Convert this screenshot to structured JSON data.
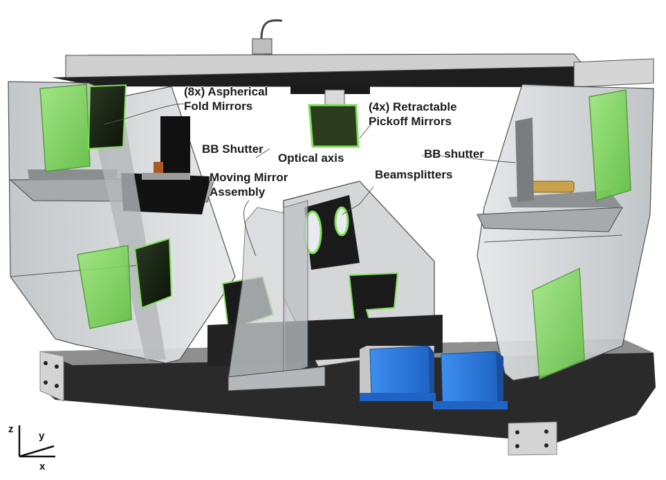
{
  "labels": {
    "fold_mirrors": "(8x) Aspherical\nFold Mirrors",
    "pickoff_mirrors": "(4x) Retractable\nPickoff Mirrors",
    "bb_shutter_left": "BB Shutter",
    "optical_axis": "Optical axis",
    "bb_shutter_right": "BB shutter",
    "moving_mirror": "Moving Mirror\nAssembly",
    "beamsplitters": "Beamsplitters"
  },
  "axes": {
    "z": "z",
    "y": "y",
    "x": "x"
  },
  "colors": {
    "mirror_green": "#7ee05a",
    "blackbody_blue": "#2f7fe0",
    "frame_gray": "#c9c9c9",
    "base_dark": "#1c1c1c"
  }
}
